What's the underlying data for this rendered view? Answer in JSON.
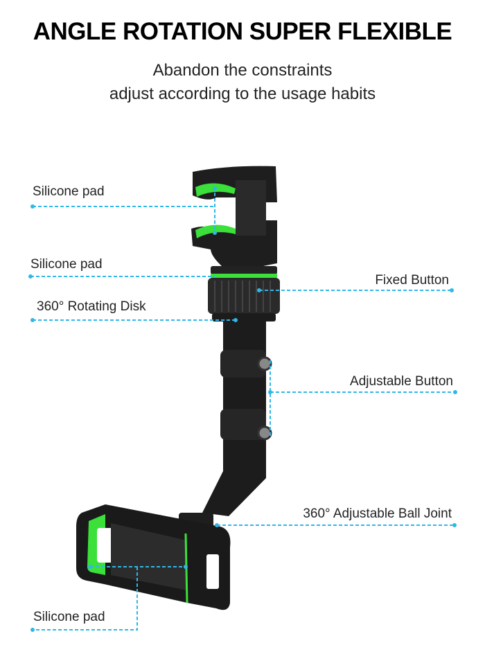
{
  "header": {
    "title": "ANGLE ROTATION SUPER FLEXIBLE",
    "subtitle_line1": "Abandon the constraints",
    "subtitle_line2": "adjust according to the usage habits"
  },
  "callouts": [
    {
      "label": "Silicone pad"
    },
    {
      "label": "Silicone pad"
    },
    {
      "label": "360° Rotating Disk"
    },
    {
      "label": "Fixed Button"
    },
    {
      "label": "Adjustable Button"
    },
    {
      "label": "360° Adjustable Ball Joint"
    },
    {
      "label": "Silicone pad"
    }
  ],
  "colors": {
    "accent": "#2eb8e8",
    "pad_green": "#3be03a",
    "body": "#1c1c1c"
  }
}
